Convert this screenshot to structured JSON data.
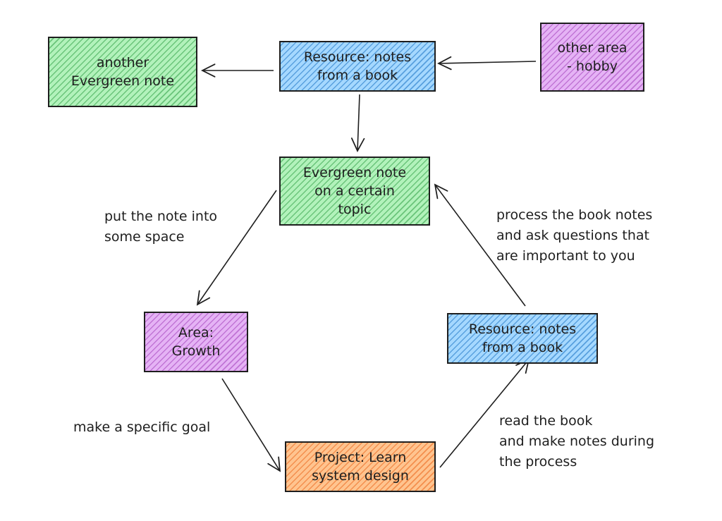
{
  "nodes": {
    "another_evergreen": "another\nEvergreen note",
    "resource_top": "Resource: notes\nfrom a book",
    "other_area": "other area\n- hobby",
    "evergreen_topic": "Evergreen note\non a certain\ntopic",
    "area_growth": "Area:\nGrowth",
    "resource_right": "Resource: notes\nfrom a book",
    "project": "Project: Learn\nsystem design"
  },
  "labels": {
    "put_note": "put the note into\nsome space",
    "process_notes": "process the book notes\nand ask questions that\nare important to you",
    "make_goal": "make a specific goal",
    "read_book": "read the book\nand make notes during\nthe process"
  },
  "colors": {
    "green": "#b2f2bb",
    "blue": "#a5d8ff",
    "purple": "#e5b3f5",
    "orange": "#ffc48f",
    "stroke": "#1e1e1e"
  }
}
